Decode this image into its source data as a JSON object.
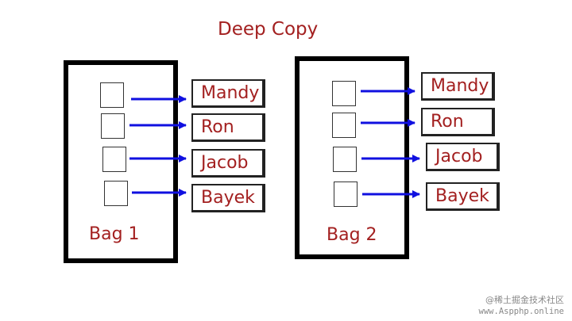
{
  "title": "Deep Copy",
  "colors": {
    "text": "#a32020",
    "arrow": "#1010e0",
    "border": "#000000"
  },
  "bags": [
    {
      "label": "Bag 1",
      "items": [
        "Mandy",
        "Ron",
        "Jacob",
        "Bayek"
      ]
    },
    {
      "label": "Bag 2",
      "items": [
        "Mandy",
        "Ron",
        "Jacob",
        "Bayek"
      ]
    }
  ],
  "watermark": {
    "line1": "@稀土掘金技术社区",
    "line2": "www.Aspphp.online"
  }
}
